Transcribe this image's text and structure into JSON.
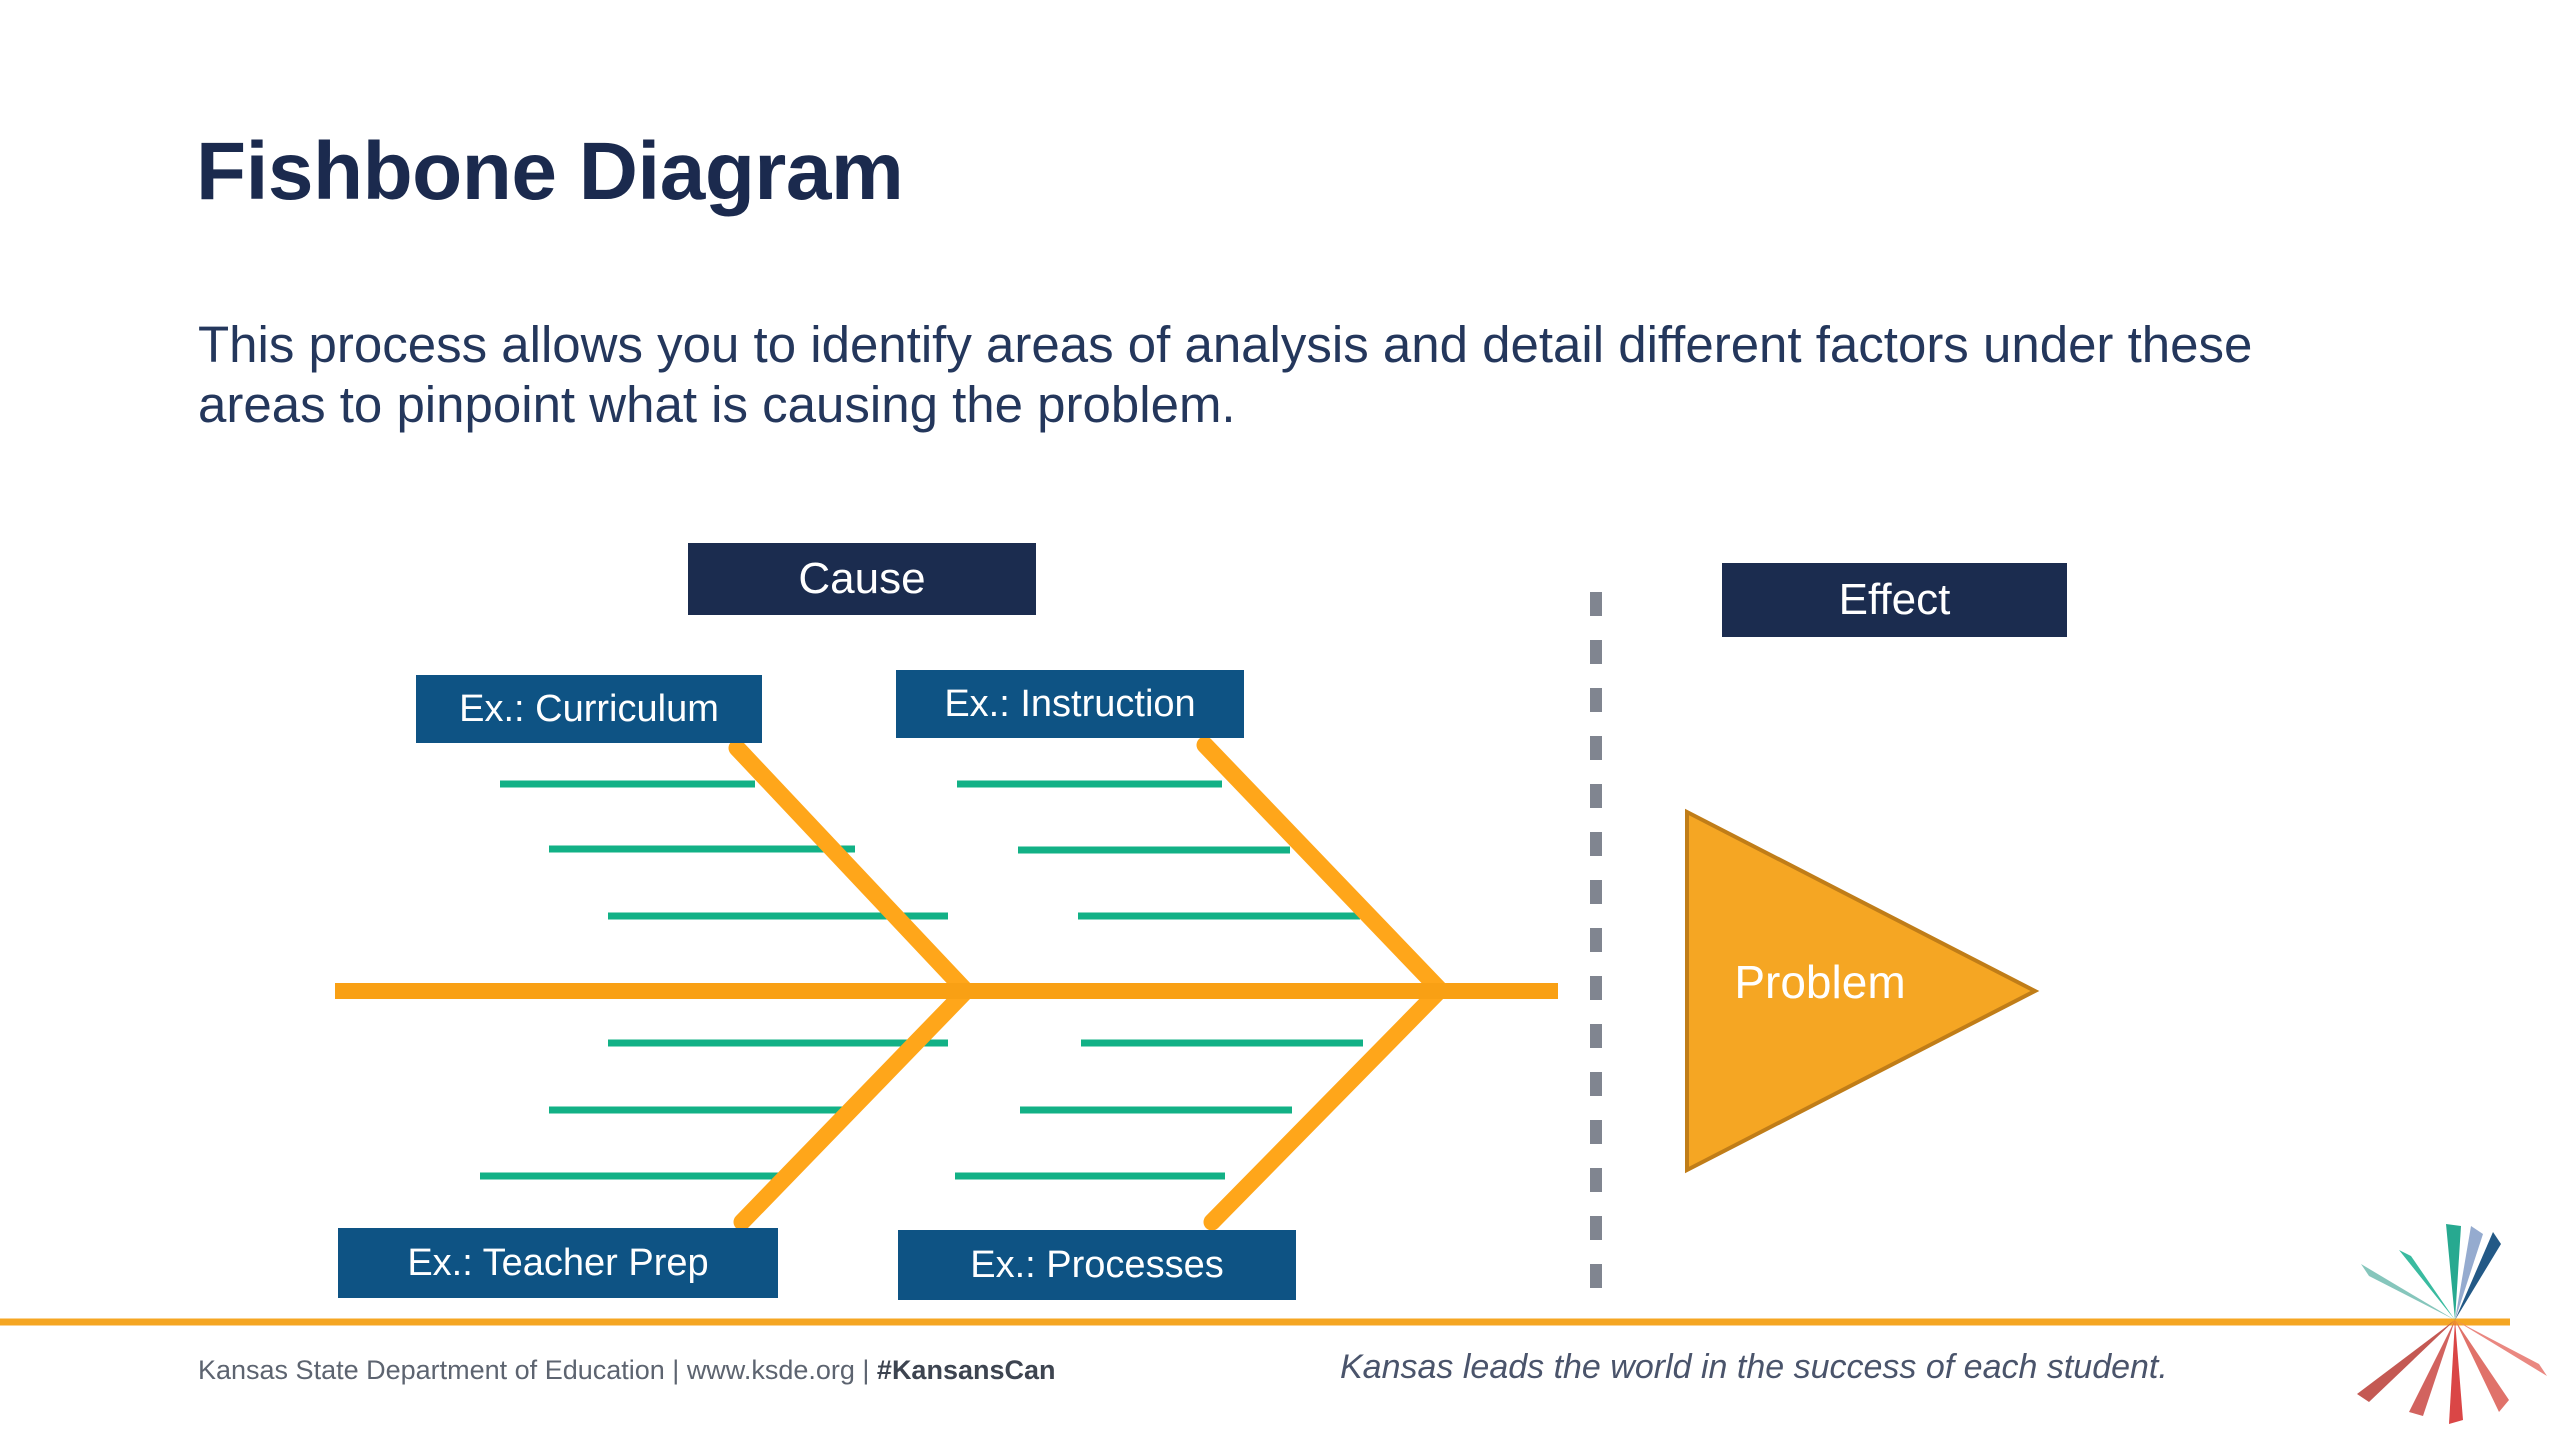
{
  "slide": {
    "title": "Fishbone Diagram",
    "subtitle": "This process allows you to identify areas of analysis and detail different factors under these areas to pinpoint what is causing the problem."
  },
  "diagram": {
    "type": "fishbone",
    "header_labels": {
      "cause": "Cause",
      "effect": "Effect"
    },
    "categories": [
      {
        "id": "curriculum",
        "label": "Ex.: Curriculum",
        "position": "top-left"
      },
      {
        "id": "instruction",
        "label": "Ex.: Instruction",
        "position": "top-right"
      },
      {
        "id": "teacher-prep",
        "label": "Ex.: Teacher Prep",
        "position": "bottom-left"
      },
      {
        "id": "processes",
        "label": "Ex.: Processes",
        "position": "bottom-right"
      }
    ],
    "effect_label": "Problem",
    "sub_bones_per_category": 3,
    "colors": {
      "spine": "#F9A014",
      "bone": "#FFA61A",
      "sub_bone": "#12B186",
      "category_box": "#0E5384",
      "header_box": "#1B2C4F",
      "problem_fill": "#F5A623",
      "problem_stroke": "#C07D18",
      "divider": "#808590",
      "title": "#1B2A4E",
      "subtitle": "#24375C"
    }
  },
  "footer": {
    "org": "Kansas State Department of Education",
    "separator": " | ",
    "website": "www.ksde.org",
    "hashtag": "#KansansCan",
    "tagline": "Kansas leads the world in the success of each student.",
    "logo_name": "ksde-starburst-logo"
  }
}
